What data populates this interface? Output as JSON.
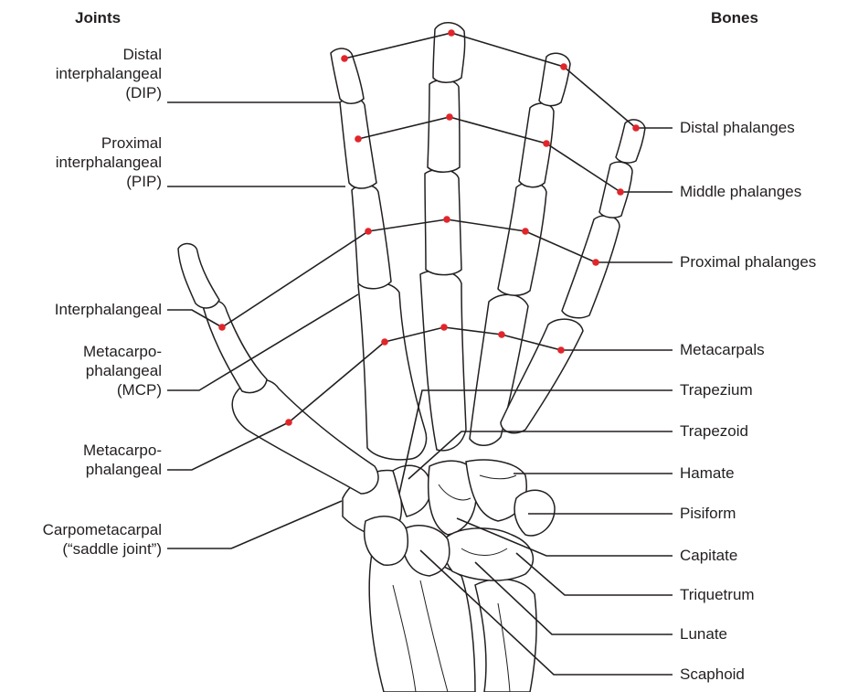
{
  "headings": {
    "joints": "Joints",
    "bones": "Bones"
  },
  "joints": {
    "dip": {
      "line1": "Distal",
      "line2": "interphalangeal",
      "line3": "(DIP)"
    },
    "pip": {
      "line1": "Proximal",
      "line2": "interphalangeal",
      "line3": "(PIP)"
    },
    "interphalangeal": "Interphalangeal",
    "mcp": {
      "line1": "Metacarpo-",
      "line2": "phalangeal",
      "line3": "(MCP)"
    },
    "mcp_thumb": {
      "line1": "Metacarpo-",
      "line2": "phalangeal"
    },
    "carpometacarpal": {
      "line1": "Carpometacarpal",
      "line2": "(“saddle joint”)"
    }
  },
  "bones": [
    "Distal phalanges",
    "Middle phalanges",
    "Proximal phalanges",
    "Metacarpals",
    "Trapezium",
    "Trapezoid",
    "Hamate",
    "Pisiform",
    "Capitate",
    "Triquetrum",
    "Lunate",
    "Scaphoid"
  ],
  "colors": {
    "joint_marker": "#e0262b",
    "line": "#231f20"
  }
}
